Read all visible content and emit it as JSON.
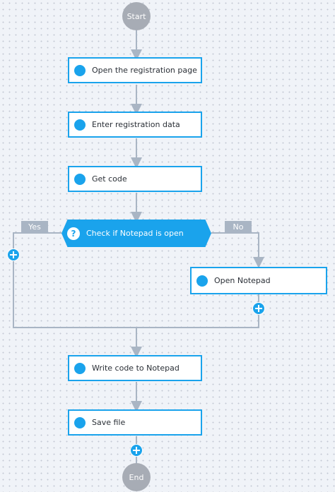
{
  "flow": {
    "start_label": "Start",
    "end_label": "End",
    "steps": [
      "Open the registration page",
      "Enter registration data",
      "Get code",
      "Write code to Notepad",
      "Save file"
    ],
    "decision": {
      "label": "Check if Notepad is open",
      "yes_label": "Yes",
      "no_label": "No",
      "no_branch_step": "Open Notepad"
    }
  },
  "colors": {
    "accent": "#1aa3ec",
    "connector": "#a9b5c4",
    "terminal": "#a7acb5",
    "canvas": "#f0f3f8"
  }
}
